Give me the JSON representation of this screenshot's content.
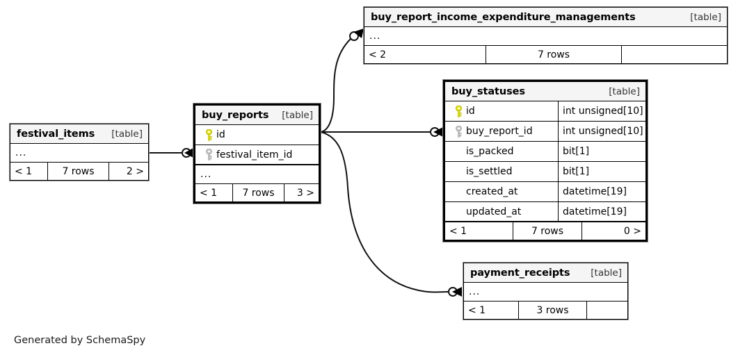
{
  "diagram": {
    "kind": "database-schema-er-diagram",
    "generator_credit": "Generated by SchemaSpy",
    "table_tag": "[table]",
    "ellipsis": "...",
    "icons": {
      "primary_key": "key-icon-gold",
      "foreign_key": "key-icon-silver"
    },
    "colors": {
      "primary_key_icon": "#e8e800",
      "foreign_key_icon": "#bfbfbf",
      "header_background": "#f5f5f5",
      "border": "#000000",
      "page_background": "#ffffff"
    }
  },
  "tables": [
    {
      "id": "buy_report_income_expenditure_managements",
      "name": "buy_report_income_expenditure_managements",
      "tag": "[table]",
      "emphasized": false,
      "has_ellipsis_row": true,
      "ellipsis": "...",
      "columns": [],
      "footer": {
        "left": "< 2",
        "middle": "7 rows",
        "right": ""
      }
    },
    {
      "id": "buy_statuses",
      "name": "buy_statuses",
      "tag": "[table]",
      "emphasized": true,
      "has_ellipsis_row": false,
      "ellipsis": "",
      "columns": [
        {
          "name": "id",
          "type": "int unsigned[10]",
          "key": "primary"
        },
        {
          "name": "buy_report_id",
          "type": "int unsigned[10]",
          "key": "foreign"
        },
        {
          "name": "is_packed",
          "type": "bit[1]",
          "key": "none"
        },
        {
          "name": "is_settled",
          "type": "bit[1]",
          "key": "none"
        },
        {
          "name": "created_at",
          "type": "datetime[19]",
          "key": "none"
        },
        {
          "name": "updated_at",
          "type": "datetime[19]",
          "key": "none"
        }
      ],
      "footer": {
        "left": "< 1",
        "middle": "7 rows",
        "right": "0 >"
      }
    },
    {
      "id": "buy_reports",
      "name": "buy_reports",
      "tag": "[table]",
      "emphasized": true,
      "has_ellipsis_row": true,
      "ellipsis": "...",
      "columns": [
        {
          "name": "id",
          "type": "",
          "key": "primary"
        },
        {
          "name": "festival_item_id",
          "type": "",
          "key": "foreign"
        }
      ],
      "footer": {
        "left": "< 1",
        "middle": "7 rows",
        "right": "3 >"
      }
    },
    {
      "id": "festival_items",
      "name": "festival_items",
      "tag": "[table]",
      "emphasized": false,
      "has_ellipsis_row": true,
      "ellipsis": "...",
      "columns": [],
      "footer": {
        "left": "< 1",
        "middle": "7 rows",
        "right": "2 >"
      }
    },
    {
      "id": "payment_receipts",
      "name": "payment_receipts",
      "tag": "[table]",
      "emphasized": false,
      "has_ellipsis_row": true,
      "ellipsis": "...",
      "columns": [],
      "footer": {
        "left": "< 1",
        "middle": "3 rows",
        "right": ""
      }
    }
  ],
  "relationships": [
    {
      "from": "festival_items",
      "to": "buy_reports",
      "to_column": "festival_item_id"
    },
    {
      "from": "buy_reports",
      "from_column": "id",
      "to": "buy_report_income_expenditure_managements"
    },
    {
      "from": "buy_reports",
      "from_column": "id",
      "to": "buy_statuses",
      "to_column": "buy_report_id"
    },
    {
      "from": "buy_reports",
      "from_column": "id",
      "to": "payment_receipts"
    }
  ]
}
